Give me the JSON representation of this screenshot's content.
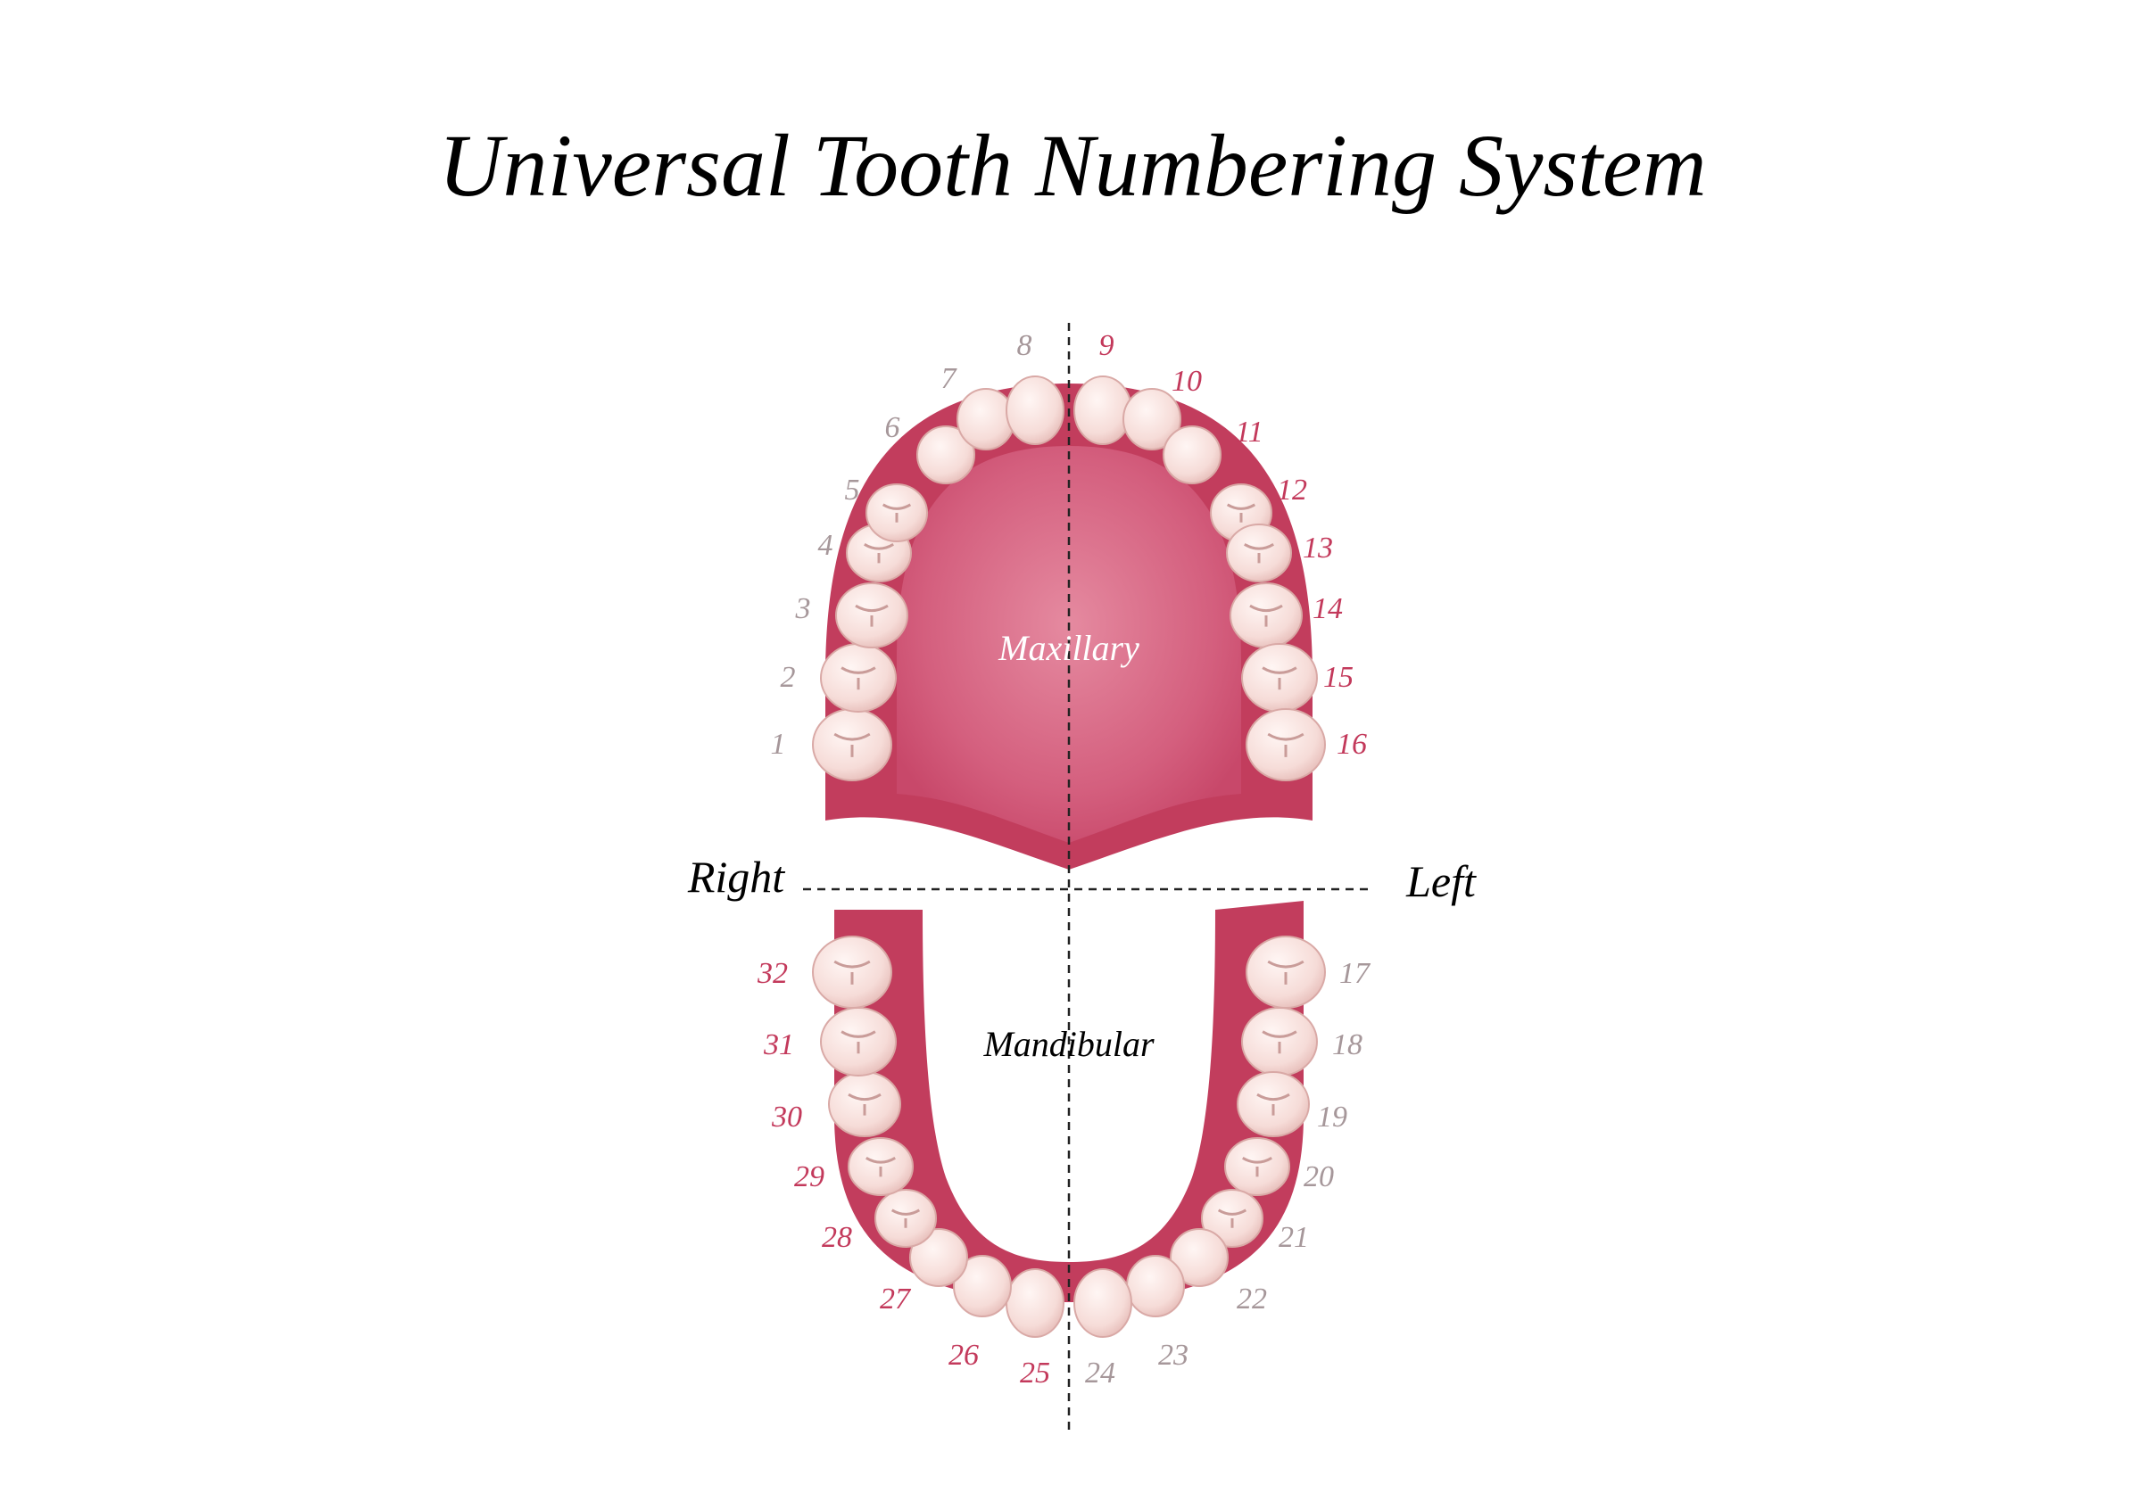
{
  "title": "Universal Tooth Numbering System",
  "labels": {
    "maxillary": "Maxillary",
    "mandibular": "Mandibular",
    "right": "Right",
    "left": "Left"
  },
  "colors": {
    "gum": "#c4405f",
    "palate": "#d86682",
    "tooth": "#f7dedc",
    "number_right_upper": "#a6979a",
    "number_left_upper": "#c3395b",
    "number_right_lower": "#c3395b",
    "number_left_lower": "#a6979a"
  },
  "teeth": [
    {
      "n": "1"
    },
    {
      "n": "2"
    },
    {
      "n": "3"
    },
    {
      "n": "4"
    },
    {
      "n": "5"
    },
    {
      "n": "6"
    },
    {
      "n": "7"
    },
    {
      "n": "8"
    },
    {
      "n": "9"
    },
    {
      "n": "10"
    },
    {
      "n": "11"
    },
    {
      "n": "12"
    },
    {
      "n": "13"
    },
    {
      "n": "14"
    },
    {
      "n": "15"
    },
    {
      "n": "16"
    },
    {
      "n": "17"
    },
    {
      "n": "18"
    },
    {
      "n": "19"
    },
    {
      "n": "20"
    },
    {
      "n": "21"
    },
    {
      "n": "22"
    },
    {
      "n": "23"
    },
    {
      "n": "24"
    },
    {
      "n": "25"
    },
    {
      "n": "26"
    },
    {
      "n": "27"
    },
    {
      "n": "28"
    },
    {
      "n": "29"
    },
    {
      "n": "30"
    },
    {
      "n": "31"
    },
    {
      "n": "32"
    }
  ]
}
